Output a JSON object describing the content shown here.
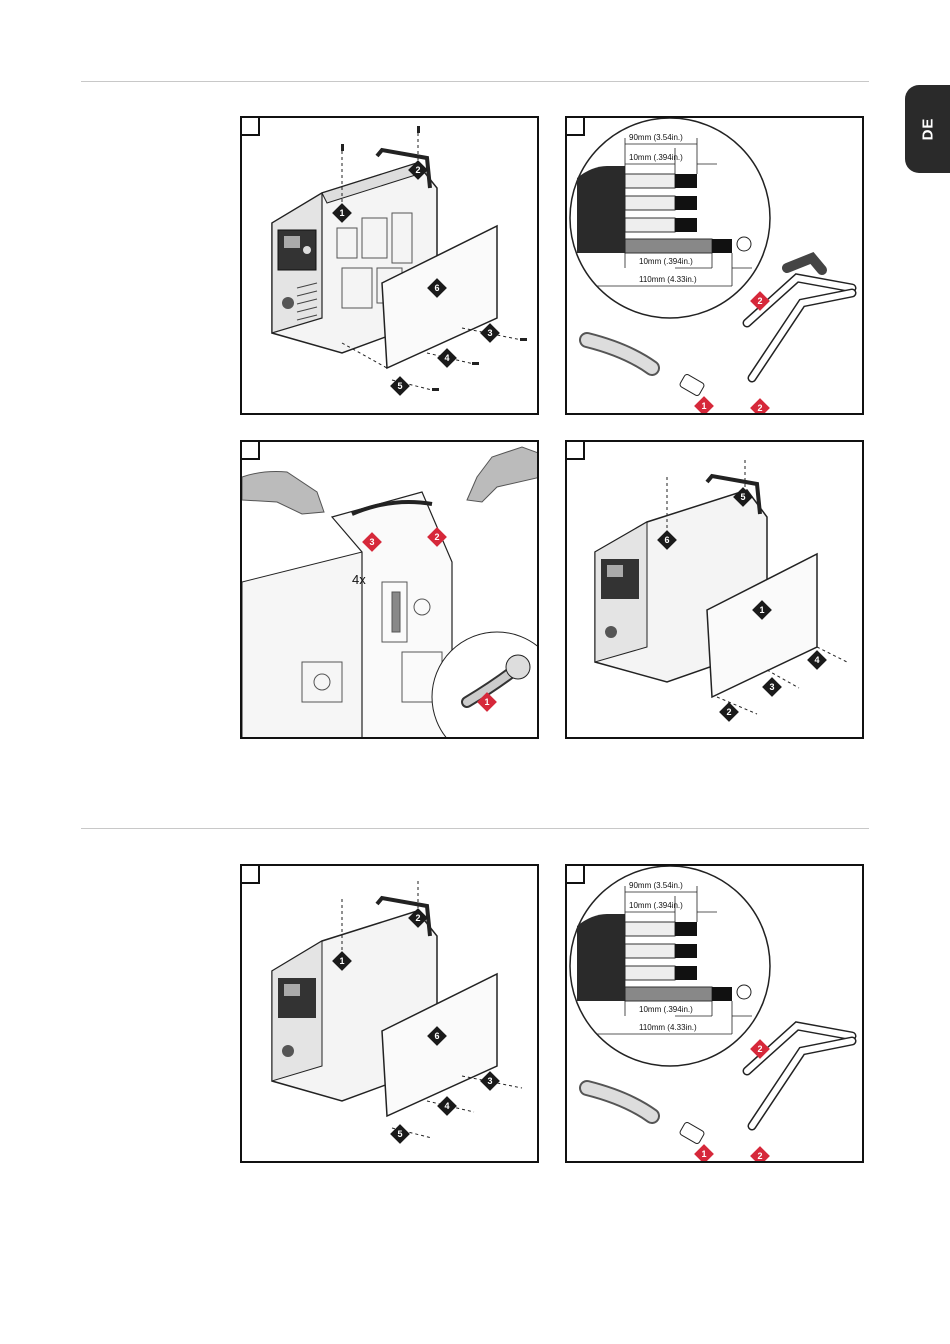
{
  "lang_tab": {
    "label": "DE"
  },
  "panels": {
    "p1": {
      "labels": [
        "1",
        "2",
        "3",
        "4",
        "5",
        "6"
      ]
    },
    "p2": {
      "dims": [
        "90mm (3.54in.)",
        "10mm (.394in.)",
        "10mm (.394in.)",
        "110mm (4.33in.)"
      ],
      "labels": [
        "1",
        "2",
        "2"
      ]
    },
    "p3": {
      "labels": [
        "1",
        "2",
        "3"
      ],
      "count": "4x"
    },
    "p4": {
      "labels": [
        "1",
        "2",
        "3",
        "4",
        "5",
        "6"
      ]
    },
    "p5": {
      "labels": [
        "1",
        "2",
        "3",
        "4",
        "5",
        "6"
      ]
    },
    "p6": {
      "dims": [
        "90mm (3.54in.)",
        "10mm (.394in.)",
        "10mm (.394in.)",
        "110mm (4.33in.)"
      ],
      "labels": [
        "1",
        "2",
        "2"
      ]
    }
  }
}
